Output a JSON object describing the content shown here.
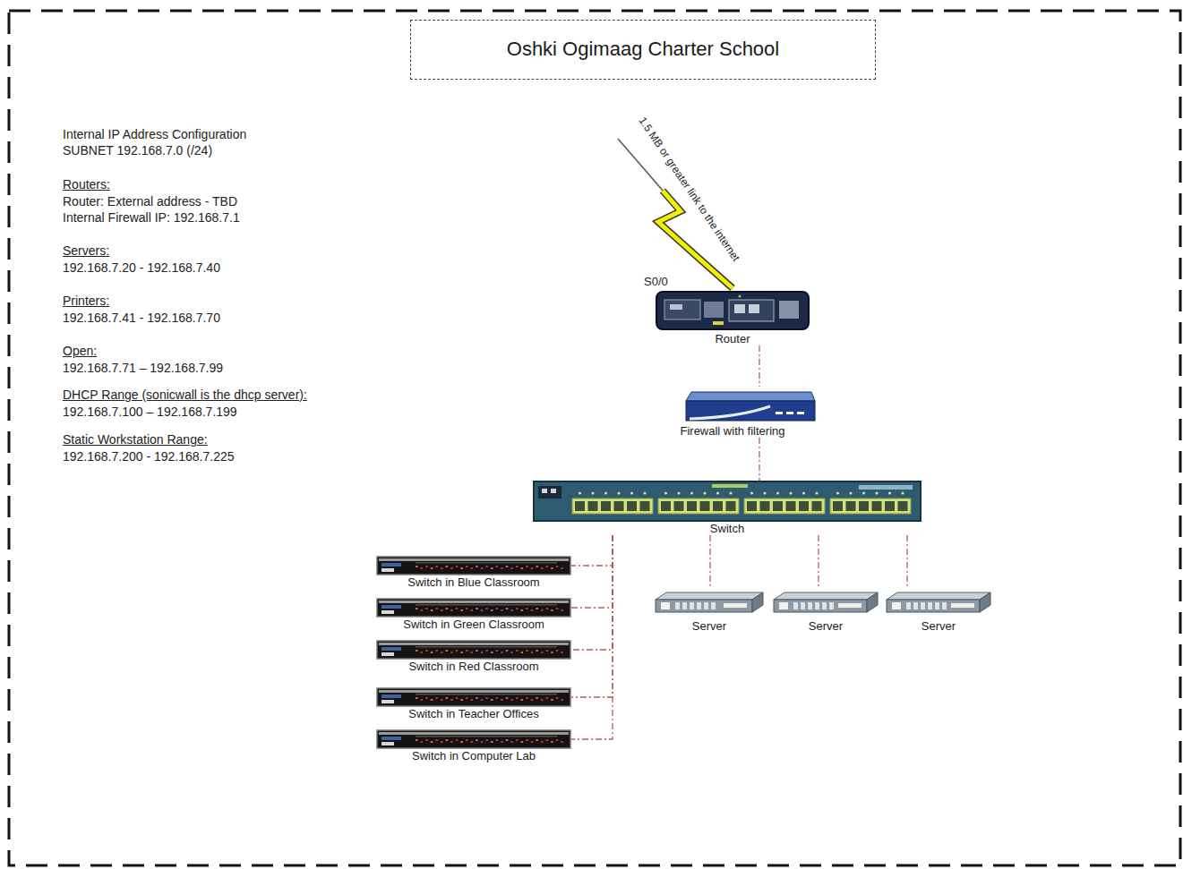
{
  "diagram": {
    "title": "Oshki Ogimaag Charter School",
    "nodes": [
      {
        "text": [
          "Router"
        ]
      },
      {
        "text": [
          "Firewall with filtering"
        ]
      },
      {
        "text": [
          "Switch"
        ]
      },
      {
        "text": [
          "Switch in Blue Classroom"
        ]
      },
      {
        "text": [
          "Server"
        ]
      },
      {
        "text": [
          "Server"
        ]
      },
      {
        "text": [
          "Server"
        ]
      },
      {
        "text": [
          "Switch in Green Classroom"
        ]
      },
      {
        "text": [
          "Switch in Red Classroom"
        ]
      },
      {
        "text": [
          "Switch in Teacher Offices"
        ]
      },
      {
        "text": [
          "Switch in Computer Lab"
        ]
      }
    ],
    "edges": [
      {
        "from": 0,
        "to": 1,
        "arrow": "none"
      },
      {
        "from": 1,
        "to": 2,
        "arrow": "none"
      },
      {
        "from": 2,
        "to": 3,
        "arrow": "none"
      },
      {
        "from": 2,
        "to": 4,
        "arrow": "none"
      },
      {
        "from": 2,
        "to": 5,
        "arrow": "none"
      },
      {
        "from": 2,
        "to": 6,
        "arrow": "none"
      },
      {
        "from": 2,
        "to": 7,
        "arrow": "none"
      },
      {
        "from": 2,
        "to": 8,
        "arrow": "none"
      },
      {
        "from": 2,
        "to": 9,
        "arrow": "none"
      },
      {
        "from": 2,
        "to": 10,
        "arrow": "none"
      }
    ],
    "labels": [
      "Internal IP Address Configuration",
      "SUBNET 192.168.7.0 (/24)",
      "Routers:",
      "Router: External address - TBD",
      "Internal Firewall IP: 192.168.7.1",
      "Servers:",
      "192.168.7.20 - 192.168.7.40",
      "Printers:",
      "192.168.7.41 - 192.168.7.70",
      "Open:",
      "192.168.7.71 – 192.168.7.99",
      "DHCP Range (sonicwall is the dhcp server):",
      "192.168.7.100 – 192.168.7.199",
      "Static Workstation Range:",
      "192.168.7.200 - 192.168.7.225",
      "1.5 MB or greater link to the internet",
      "S0/0"
    ]
  }
}
